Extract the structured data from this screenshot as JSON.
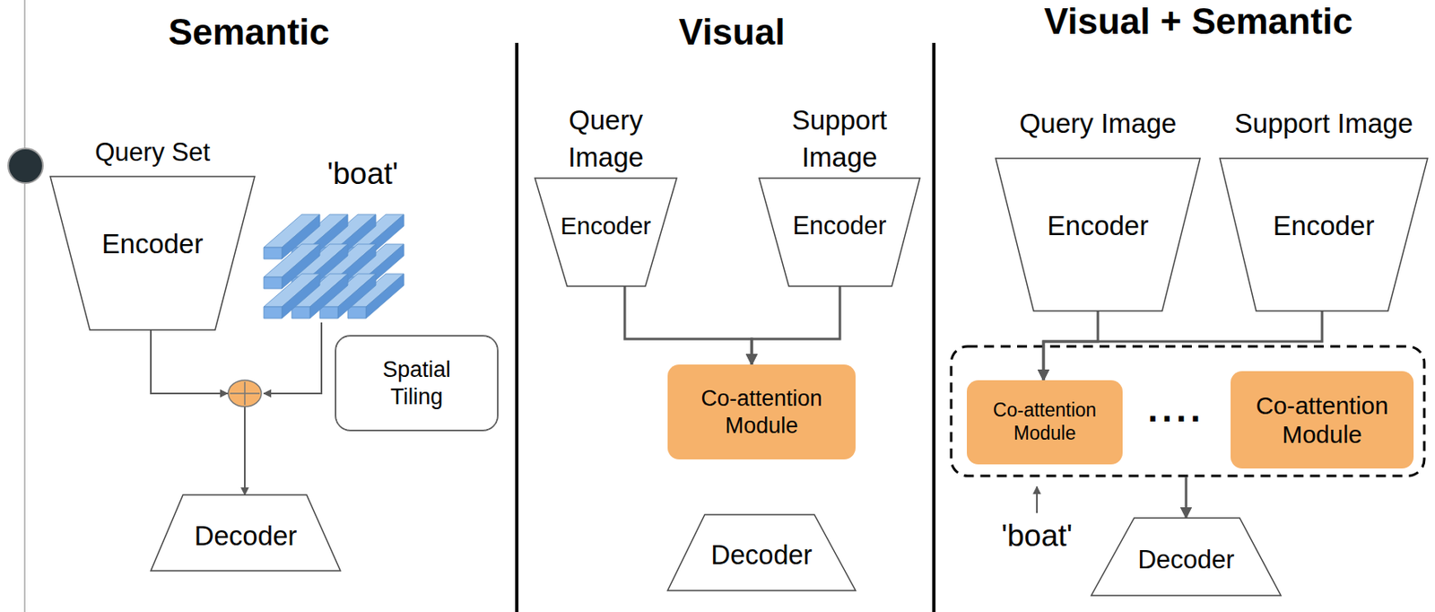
{
  "diagram": {
    "nodes": [
      {
        "text": [
          "Query Set",
          "Encoder"
        ]
      },
      {
        "text": [
          "Spatial Tiling"
        ]
      },
      {
        "text": [
          "Decoder"
        ]
      },
      {
        "text": [
          "Query Image",
          "Encoder"
        ]
      },
      {
        "text": [
          "Support Image",
          "Encoder"
        ]
      },
      {
        "text": [
          "Co-attention Module"
        ]
      },
      {
        "text": [
          "Decoder"
        ]
      },
      {
        "text": [
          "Query Image",
          "Encoder"
        ]
      },
      {
        "text": [
          "Support Image",
          "Encoder"
        ]
      },
      {
        "text": [
          "Co-attention Module"
        ]
      },
      {
        "text": [
          "Co-attention Module"
        ]
      },
      {
        "text": [
          "Decoder"
        ]
      }
    ],
    "edges": [
      {
        "from": 0,
        "to": 2,
        "arrow": "to"
      },
      {
        "from": 3,
        "to": 5,
        "arrow": "to"
      },
      {
        "from": 4,
        "to": 5,
        "arrow": "to"
      },
      {
        "from": 7,
        "to": 9,
        "arrow": "to"
      },
      {
        "from": 8,
        "to": 9,
        "arrow": "to"
      },
      {
        "from": 9,
        "to": 11,
        "arrow": "to"
      }
    ],
    "labels": [
      "Semantic",
      "Visual",
      "Visual + Semantic",
      "'boat'",
      "'boat'",
      "...."
    ]
  }
}
